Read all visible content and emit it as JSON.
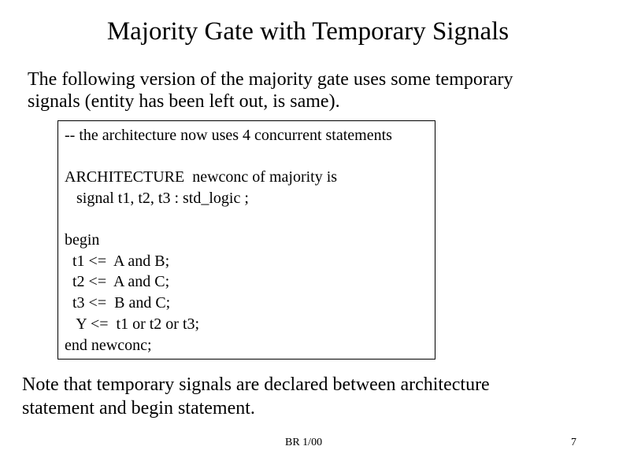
{
  "title": "Majority Gate with Temporary Signals",
  "intro": [
    "The following version of the majority gate uses some temporary",
    "signals (entity has been left out, is same)."
  ],
  "code": [
    "-- the architecture now uses 4 concurrent statements",
    "",
    "ARCHITECTURE  newconc of majority is",
    "   signal t1, t2, t3 : std_logic ;",
    "",
    "begin",
    "  t1 <=  A and B;",
    "  t2 <=  A and C;",
    "  t3 <=  B and C;",
    "   Y <=  t1 or t2 or t3;",
    "end newconc;"
  ],
  "note": [
    "Note that temporary signals are declared between architecture",
    "statement and begin statement."
  ],
  "footer": {
    "center": "BR 1/00",
    "page": "7"
  }
}
